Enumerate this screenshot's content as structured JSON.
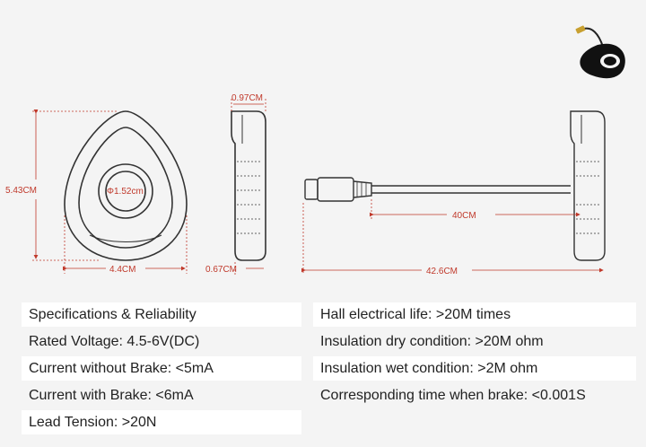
{
  "dimensions": {
    "height": "5.43CM",
    "width": "4.4CM",
    "hole_dia": "Φ1.52cm",
    "side_top": "0.97CM",
    "side_bottom": "0.67CM",
    "cable_len": "40CM",
    "total_len": "42.6CM"
  },
  "specs_left": [
    "Specifications & Reliability",
    "Rated Voltage: 4.5-6V(DC)",
    "Current without Brake: <5mA",
    "Current with Brake: <6mA",
    "Lead Tension: >20N"
  ],
  "specs_right": [
    "Hall electrical life: >20M times",
    "Insulation dry condition: >20M ohm",
    "Insulation wet condition: >2M ohm",
    "Corresponding time when brake: <0.001S"
  ],
  "colors": {
    "dimension": "#c0392b",
    "outline": "#333333"
  },
  "icons": {
    "product": "sensor-photo-icon"
  }
}
